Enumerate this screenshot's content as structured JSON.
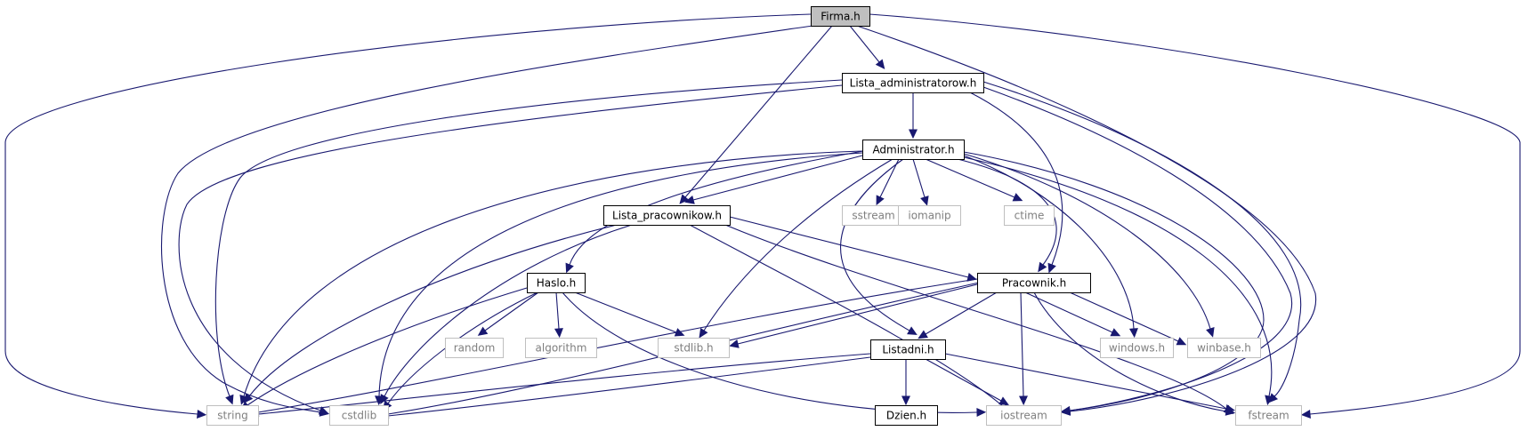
{
  "colors": {
    "edge": "#191970",
    "root_fill": "#bfbfbf",
    "internal_border": "#000000",
    "system_border": "#bfbfbf",
    "system_text": "#7f7f7f",
    "text": "#000000",
    "node_fill": "#ffffff"
  },
  "diagram": {
    "nodes": [
      {
        "id": "firma",
        "label": "Firma.h",
        "kind": "root"
      },
      {
        "id": "lista_admin",
        "label": "Lista_administratorow.h",
        "kind": "internal"
      },
      {
        "id": "administrator",
        "label": "Administrator.h",
        "kind": "internal"
      },
      {
        "id": "lista_prac",
        "label": "Lista_pracownikow.h",
        "kind": "internal"
      },
      {
        "id": "sstream",
        "label": "sstream",
        "kind": "system"
      },
      {
        "id": "iomanip",
        "label": "iomanip",
        "kind": "system"
      },
      {
        "id": "ctime",
        "label": "ctime",
        "kind": "system"
      },
      {
        "id": "haslo",
        "label": "Haslo.h",
        "kind": "internal"
      },
      {
        "id": "pracownik",
        "label": "Pracownik.h",
        "kind": "internal"
      },
      {
        "id": "random",
        "label": "random",
        "kind": "system"
      },
      {
        "id": "algorithm",
        "label": "algorithm",
        "kind": "system"
      },
      {
        "id": "stdlib",
        "label": "stdlib.h",
        "kind": "system"
      },
      {
        "id": "listadni",
        "label": "Listadni.h",
        "kind": "internal"
      },
      {
        "id": "windows",
        "label": "windows.h",
        "kind": "system"
      },
      {
        "id": "winbase",
        "label": "winbase.h",
        "kind": "system"
      },
      {
        "id": "string",
        "label": "string",
        "kind": "system"
      },
      {
        "id": "cstdlib",
        "label": "cstdlib",
        "kind": "system"
      },
      {
        "id": "dzien",
        "label": "Dzien.h",
        "kind": "internal"
      },
      {
        "id": "iostream",
        "label": "iostream",
        "kind": "system"
      },
      {
        "id": "fstream",
        "label": "fstream",
        "kind": "system"
      }
    ],
    "edges": [
      {
        "from": "firma",
        "to": "lista_admin"
      },
      {
        "from": "firma",
        "to": "lista_prac"
      },
      {
        "from": "firma",
        "to": "string"
      },
      {
        "from": "firma",
        "to": "cstdlib"
      },
      {
        "from": "firma",
        "to": "iostream"
      },
      {
        "from": "firma",
        "to": "fstream"
      },
      {
        "from": "lista_admin",
        "to": "administrator"
      },
      {
        "from": "lista_admin",
        "to": "pracownik"
      },
      {
        "from": "lista_admin",
        "to": "string"
      },
      {
        "from": "lista_admin",
        "to": "cstdlib"
      },
      {
        "from": "lista_admin",
        "to": "iostream"
      },
      {
        "from": "lista_admin",
        "to": "fstream"
      },
      {
        "from": "administrator",
        "to": "lista_prac"
      },
      {
        "from": "administrator",
        "to": "sstream"
      },
      {
        "from": "administrator",
        "to": "iomanip"
      },
      {
        "from": "administrator",
        "to": "ctime"
      },
      {
        "from": "administrator",
        "to": "haslo"
      },
      {
        "from": "administrator",
        "to": "pracownik"
      },
      {
        "from": "administrator",
        "to": "stdlib"
      },
      {
        "from": "administrator",
        "to": "listadni"
      },
      {
        "from": "administrator",
        "to": "windows"
      },
      {
        "from": "administrator",
        "to": "winbase"
      },
      {
        "from": "administrator",
        "to": "string"
      },
      {
        "from": "administrator",
        "to": "cstdlib"
      },
      {
        "from": "administrator",
        "to": "iostream"
      },
      {
        "from": "administrator",
        "to": "fstream"
      },
      {
        "from": "lista_prac",
        "to": "pracownik"
      },
      {
        "from": "lista_prac",
        "to": "string"
      },
      {
        "from": "lista_prac",
        "to": "cstdlib"
      },
      {
        "from": "lista_prac",
        "to": "iostream"
      },
      {
        "from": "lista_prac",
        "to": "fstream"
      },
      {
        "from": "haslo",
        "to": "random"
      },
      {
        "from": "haslo",
        "to": "algorithm"
      },
      {
        "from": "haslo",
        "to": "stdlib"
      },
      {
        "from": "haslo",
        "to": "string"
      },
      {
        "from": "haslo",
        "to": "cstdlib"
      },
      {
        "from": "haslo",
        "to": "iostream"
      },
      {
        "from": "pracownik",
        "to": "stdlib"
      },
      {
        "from": "pracownik",
        "to": "listadni"
      },
      {
        "from": "pracownik",
        "to": "windows"
      },
      {
        "from": "pracownik",
        "to": "winbase"
      },
      {
        "from": "pracownik",
        "to": "string"
      },
      {
        "from": "pracownik",
        "to": "cstdlib"
      },
      {
        "from": "pracownik",
        "to": "iostream"
      },
      {
        "from": "pracownik",
        "to": "fstream"
      },
      {
        "from": "listadni",
        "to": "dzien"
      },
      {
        "from": "listadni",
        "to": "string"
      },
      {
        "from": "listadni",
        "to": "cstdlib"
      },
      {
        "from": "listadni",
        "to": "iostream"
      },
      {
        "from": "listadni",
        "to": "fstream"
      }
    ]
  }
}
